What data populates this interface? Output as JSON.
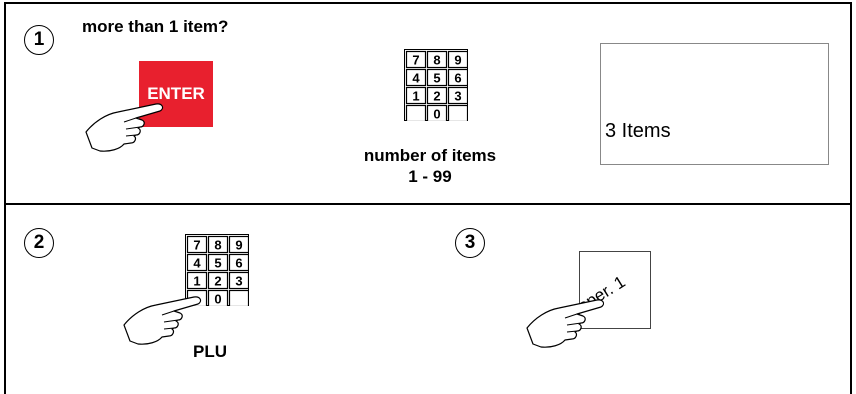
{
  "step1": {
    "number": "1",
    "prompt": "more than 1 item?",
    "enter_key_label": "ENTER",
    "keypad_rows": [
      [
        "7",
        "8",
        "9"
      ],
      [
        "4",
        "5",
        "6"
      ],
      [
        "1",
        "2",
        "3"
      ],
      [
        "",
        "0",
        ""
      ]
    ],
    "caption_line1": "number of items",
    "caption_line2": "1 - 99",
    "display_text": "3 Items"
  },
  "step2": {
    "number": "2",
    "keypad_rows": [
      [
        "7",
        "8",
        "9"
      ],
      [
        "4",
        "5",
        "6"
      ],
      [
        "1",
        "2",
        "3"
      ],
      [
        "",
        "0",
        ""
      ]
    ],
    "caption": "PLU"
  },
  "step3": {
    "number": "3",
    "card_text": "oper. 1"
  },
  "icons": {
    "hand": "pointing-hand-icon",
    "keypad": "numeric-keypad-icon"
  },
  "colors": {
    "enter_key": "#e8202e"
  }
}
